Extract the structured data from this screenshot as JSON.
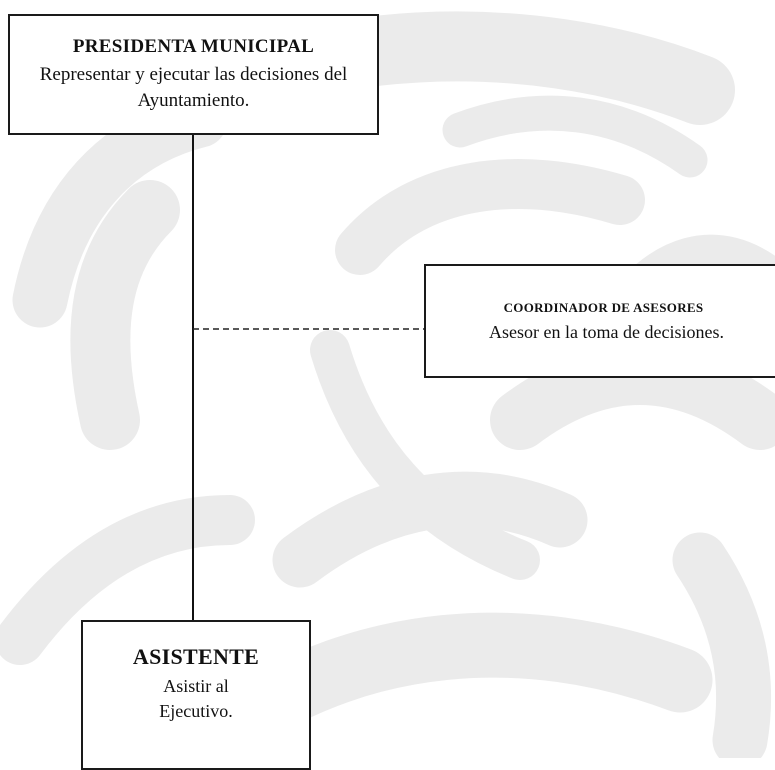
{
  "diagram": {
    "nodes": [
      {
        "id": "presidenta",
        "title": "PRESIDENTA MUNICIPAL",
        "description": "Representar y ejecutar las decisiones del Ayuntamiento."
      },
      {
        "id": "coordinador",
        "title": "COORDINADOR DE ASESORES",
        "description": "Asesor en la toma de decisiones."
      },
      {
        "id": "asistente",
        "title": "ASISTENTE",
        "description": "Asistir al Ejecutivo."
      }
    ],
    "edges": [
      {
        "from": "presidenta",
        "to": "asistente",
        "style": "solid"
      },
      {
        "from": "presidenta",
        "to": "coordinador",
        "style": "dashed"
      }
    ]
  }
}
